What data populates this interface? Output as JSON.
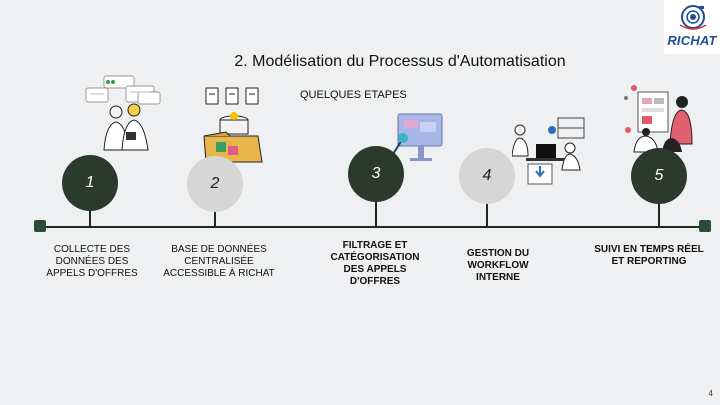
{
  "logo": {
    "text": "RICHAT"
  },
  "slide": {
    "title": "2. Modélisation du Processus d'Automatisation",
    "subtitle": "QUELQUES ETAPES",
    "page_number": "4"
  },
  "steps": [
    {
      "number": "1",
      "label": "COLLECTE DES DONNÉES DES APPELS D'OFFRES",
      "style": "dark"
    },
    {
      "number": "2",
      "label": "BASE DE DONNÉES CENTRALISÉE ACCESSIBLE À RICHAT",
      "style": "light"
    },
    {
      "number": "3",
      "label": "FILTRAGE ET CATÉGORISATION DES APPELS D'OFFRES",
      "style": "dark"
    },
    {
      "number": "4",
      "label": "GESTION DU WORKFLOW INTERNE",
      "style": "light"
    },
    {
      "number": "5",
      "label": "SUIVI EN TEMPS RÉEL ET REPORTING",
      "style": "dark"
    }
  ],
  "colors": {
    "dark_circle": "#2a3b2e",
    "light_circle": "#d6d6d6",
    "background": "#eef0f2",
    "logo_blue": "#1f4e9a"
  }
}
